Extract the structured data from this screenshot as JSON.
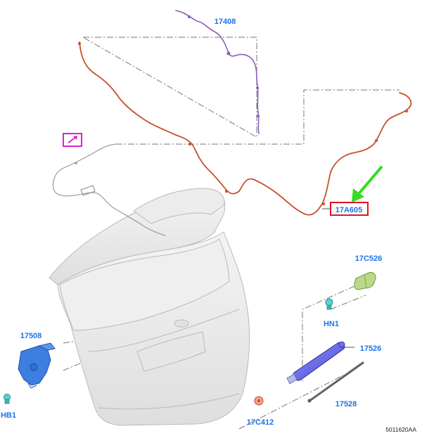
{
  "colors": {
    "label": "#1a73e8",
    "harness_orange": "#c8502a",
    "harness_purple": "#8a5fb8",
    "highlight_red": "#e0141e",
    "arrow_green": "#33dd22",
    "magenta_box": "#e020d0",
    "hinge_teal": "#3fb5b5",
    "latch_blue": "#2f6fd6"
  },
  "icons": [
    "pencil-edit-icon",
    "green-pointer-arrow-icon"
  ],
  "labels": {
    "harness_upper": "17408",
    "harness_main": "17A605",
    "cap_top": "17C526",
    "hinge_screw": "HN1",
    "latch": "17508",
    "latch_bolt": "HB1",
    "strut_upper": "17526",
    "strut_lower": "17528",
    "clip_bottom": "17C412"
  },
  "figure_code": "5011620AA"
}
